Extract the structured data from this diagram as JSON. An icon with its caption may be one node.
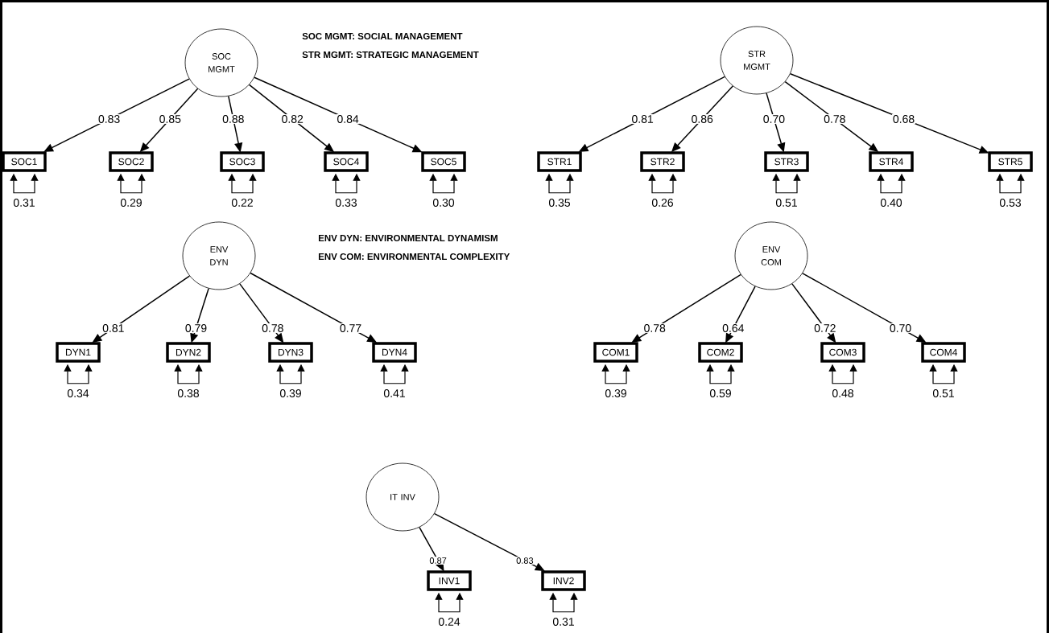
{
  "diagram": {
    "nodes": [
      {
        "text": [
          "SOC MGMT"
        ]
      },
      {
        "text": [
          "STR MGMT"
        ]
      },
      {
        "text": [
          "SOC1"
        ]
      },
      {
        "text": [
          "SOC2"
        ]
      },
      {
        "text": [
          "SOC3"
        ]
      },
      {
        "text": [
          "SOC4"
        ]
      },
      {
        "text": [
          "SOC5"
        ]
      },
      {
        "text": [
          "STR1"
        ]
      },
      {
        "text": [
          "STR2"
        ]
      },
      {
        "text": [
          "STR3"
        ]
      },
      {
        "text": [
          "STR4"
        ]
      },
      {
        "text": [
          "STR5"
        ]
      },
      {
        "text": [
          "ENV DYN"
        ]
      },
      {
        "text": [
          "ENV COM"
        ]
      },
      {
        "text": [
          "DYN1"
        ]
      },
      {
        "text": [
          "DYN2"
        ]
      },
      {
        "text": [
          "DYN3"
        ]
      },
      {
        "text": [
          "DYN4"
        ]
      },
      {
        "text": [
          "COM1"
        ]
      },
      {
        "text": [
          "COM2"
        ]
      },
      {
        "text": [
          "COM3"
        ]
      },
      {
        "text": [
          "COM4"
        ]
      },
      {
        "text": [
          "IT INV"
        ]
      },
      {
        "text": [
          "INV1"
        ]
      },
      {
        "text": [
          "INV2"
        ]
      }
    ],
    "edges": [
      {
        "from": 0,
        "to": 2,
        "arrow": "to",
        "label": "0.83"
      },
      {
        "from": 0,
        "to": 3,
        "arrow": "to",
        "label": "0.85"
      },
      {
        "from": 0,
        "to": 4,
        "arrow": "to",
        "label": "0.88"
      },
      {
        "from": 0,
        "to": 5,
        "arrow": "to",
        "label": "0.82"
      },
      {
        "from": 0,
        "to": 6,
        "arrow": "to",
        "label": "0.84"
      },
      {
        "from": 1,
        "to": 7,
        "arrow": "to",
        "label": "0.81"
      },
      {
        "from": 1,
        "to": 8,
        "arrow": "to",
        "label": "0.86"
      },
      {
        "from": 1,
        "to": 9,
        "arrow": "to",
        "label": "0.70"
      },
      {
        "from": 1,
        "to": 10,
        "arrow": "to",
        "label": "0.78"
      },
      {
        "from": 1,
        "to": 11,
        "arrow": "to",
        "label": "0.68"
      },
      {
        "from": 2,
        "to": 2,
        "arrow": "both",
        "label": "0.31"
      },
      {
        "from": 3,
        "to": 3,
        "arrow": "both",
        "label": "0.29"
      },
      {
        "from": 4,
        "to": 4,
        "arrow": "both",
        "label": "0.22"
      },
      {
        "from": 5,
        "to": 5,
        "arrow": "both",
        "label": "0.33"
      },
      {
        "from": 6,
        "to": 6,
        "arrow": "both",
        "label": "0.30"
      },
      {
        "from": 7,
        "to": 7,
        "arrow": "both",
        "label": "0.35"
      },
      {
        "from": 8,
        "to": 8,
        "arrow": "both",
        "label": "0.26"
      },
      {
        "from": 9,
        "to": 9,
        "arrow": "both",
        "label": "0.51"
      },
      {
        "from": 10,
        "to": 10,
        "arrow": "both",
        "label": "0.40"
      },
      {
        "from": 11,
        "to": 11,
        "arrow": "both",
        "label": "0.53"
      },
      {
        "from": 12,
        "to": 14,
        "arrow": "to",
        "label": "0.81"
      },
      {
        "from": 12,
        "to": 15,
        "arrow": "to",
        "label": "0.79"
      },
      {
        "from": 12,
        "to": 16,
        "arrow": "to",
        "label": "0.78"
      },
      {
        "from": 12,
        "to": 17,
        "arrow": "to",
        "label": "0.77"
      },
      {
        "from": 13,
        "to": 18,
        "arrow": "to",
        "label": "0.78"
      },
      {
        "from": 13,
        "to": 19,
        "arrow": "to",
        "label": "0.64"
      },
      {
        "from": 13,
        "to": 20,
        "arrow": "to",
        "label": "0.72"
      },
      {
        "from": 13,
        "to": 21,
        "arrow": "to",
        "label": "0.70"
      },
      {
        "from": 14,
        "to": 14,
        "arrow": "both",
        "label": "0.34"
      },
      {
        "from": 15,
        "to": 15,
        "arrow": "both",
        "label": "0.38"
      },
      {
        "from": 16,
        "to": 16,
        "arrow": "both",
        "label": "0.39"
      },
      {
        "from": 17,
        "to": 17,
        "arrow": "both",
        "label": "0.41"
      },
      {
        "from": 18,
        "to": 18,
        "arrow": "both",
        "label": "0.39"
      },
      {
        "from": 19,
        "to": 19,
        "arrow": "both",
        "label": "0.59"
      },
      {
        "from": 20,
        "to": 20,
        "arrow": "both",
        "label": "0.48"
      },
      {
        "from": 21,
        "to": 21,
        "arrow": "both",
        "label": "0.51"
      },
      {
        "from": 22,
        "to": 23,
        "arrow": "to",
        "label": "0.87"
      },
      {
        "from": 22,
        "to": 24,
        "arrow": "to",
        "label": "0.83"
      },
      {
        "from": 23,
        "to": 23,
        "arrow": "both",
        "label": "0.24"
      },
      {
        "from": 24,
        "to": 24,
        "arrow": "both",
        "label": "0.31"
      }
    ],
    "labels": [
      "SOC MGMT: SOCIAL MANAGEMENT",
      "STR MGMT: STRATEGIC MANAGEMENT",
      "ENV DYN: ENVIRONMENTAL DYNAMISM",
      "ENV COM: ENVIRONMENTAL COMPLEXITY"
    ]
  }
}
